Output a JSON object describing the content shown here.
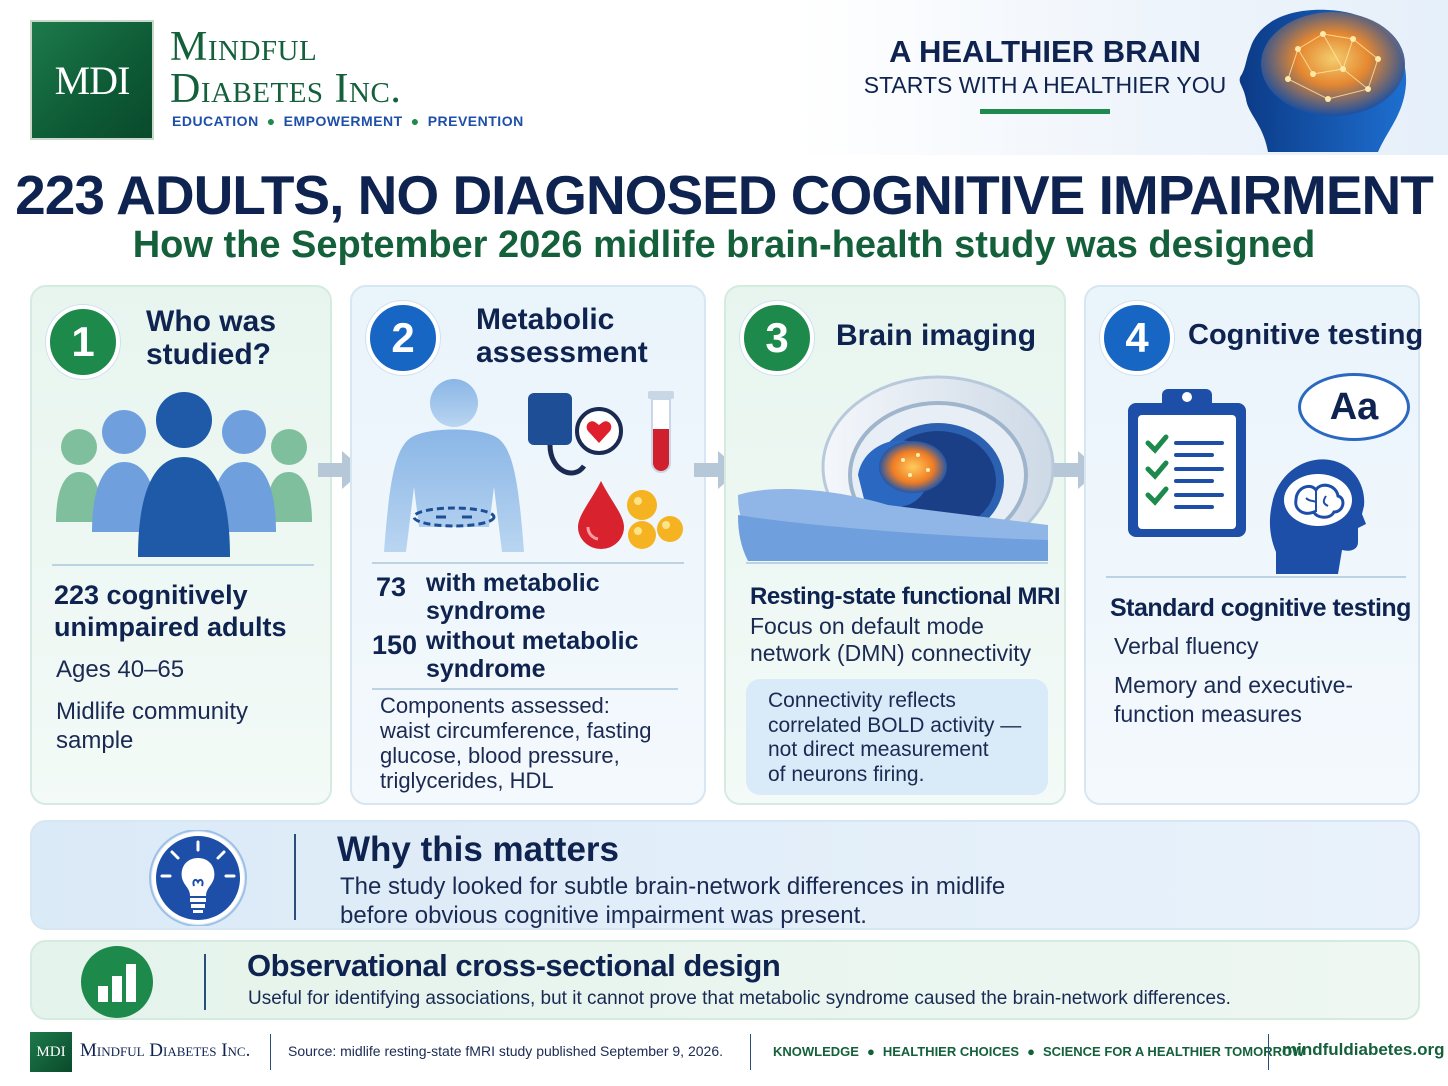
{
  "header": {
    "logo_text": "MDI",
    "brand_line1": "Mindful",
    "brand_line2": "Diabetes Inc.",
    "tagline": [
      "EDUCATION",
      "EMPOWERMENT",
      "PREVENTION"
    ],
    "hero_title": "A HEALTHIER BRAIN",
    "hero_subtitle": "STARTS WITH A HEALTHIER YOU"
  },
  "title": "223 ADULTS, NO DIAGNOSED COGNITIVE IMPAIRMENT",
  "subtitle": "How the September 2026 midlife brain-health study was designed",
  "cards": [
    {
      "number": "1",
      "title_line1": "Who was",
      "title_line2": "studied?",
      "headline_line1": "223 cognitively",
      "headline_line2": "unimpaired adults",
      "detail1": "Ages 40–65",
      "detail2_line1": "Midlife community",
      "detail2_line2": "sample"
    },
    {
      "number": "2",
      "title_line1": "Metabolic",
      "title_line2": "assessment",
      "stat1_num": "73",
      "stat1_line1": "with metabolic",
      "stat1_line2": "syndrome",
      "stat2_num": "150",
      "stat2_line1": "without metabolic",
      "stat2_line2": "syndrome",
      "components_line1": "Components assessed:",
      "components_line2": "waist circumference, fasting",
      "components_line3": "glucose, blood pressure,",
      "components_line4": "triglycerides, HDL"
    },
    {
      "number": "3",
      "title": "Brain imaging",
      "headline": "Resting-state functional MRI",
      "detail_line1": "Focus on default mode",
      "detail_line2": "network (DMN) connectivity",
      "note_line1": "Connectivity reflects",
      "note_line2": "correlated BOLD activity —",
      "note_line3": "not direct measurement",
      "note_line4": "of neurons firing."
    },
    {
      "number": "4",
      "title": "Cognitive testing",
      "bubble_text": "Aa",
      "headline": "Standard cognitive testing",
      "detail1": "Verbal fluency",
      "detail2_line1": "Memory and executive-",
      "detail2_line2": "function measures"
    }
  ],
  "why": {
    "title": "Why this matters",
    "text_line1": "The study looked for subtle brain-network differences in midlife",
    "text_line2": "before obvious cognitive impairment was present."
  },
  "observational": {
    "title": "Observational cross-sectional design",
    "text": "Useful for identifying associations, but it cannot prove that metabolic syndrome caused the brain-network differences."
  },
  "footer": {
    "logo_text": "MDI",
    "brand": "Mindful Diabetes Inc.",
    "source": "Source: midlife resting-state fMRI study published September 9, 2026.",
    "tags": [
      "KNOWLEDGE",
      "HEALTHIER CHOICES",
      "SCIENCE FOR A HEALTHIER TOMORROW"
    ],
    "url": "mindfuldiabetes.org"
  },
  "colors": {
    "navy": "#0f2350",
    "green": "#1d8a4c",
    "blue": "#1766c4"
  }
}
